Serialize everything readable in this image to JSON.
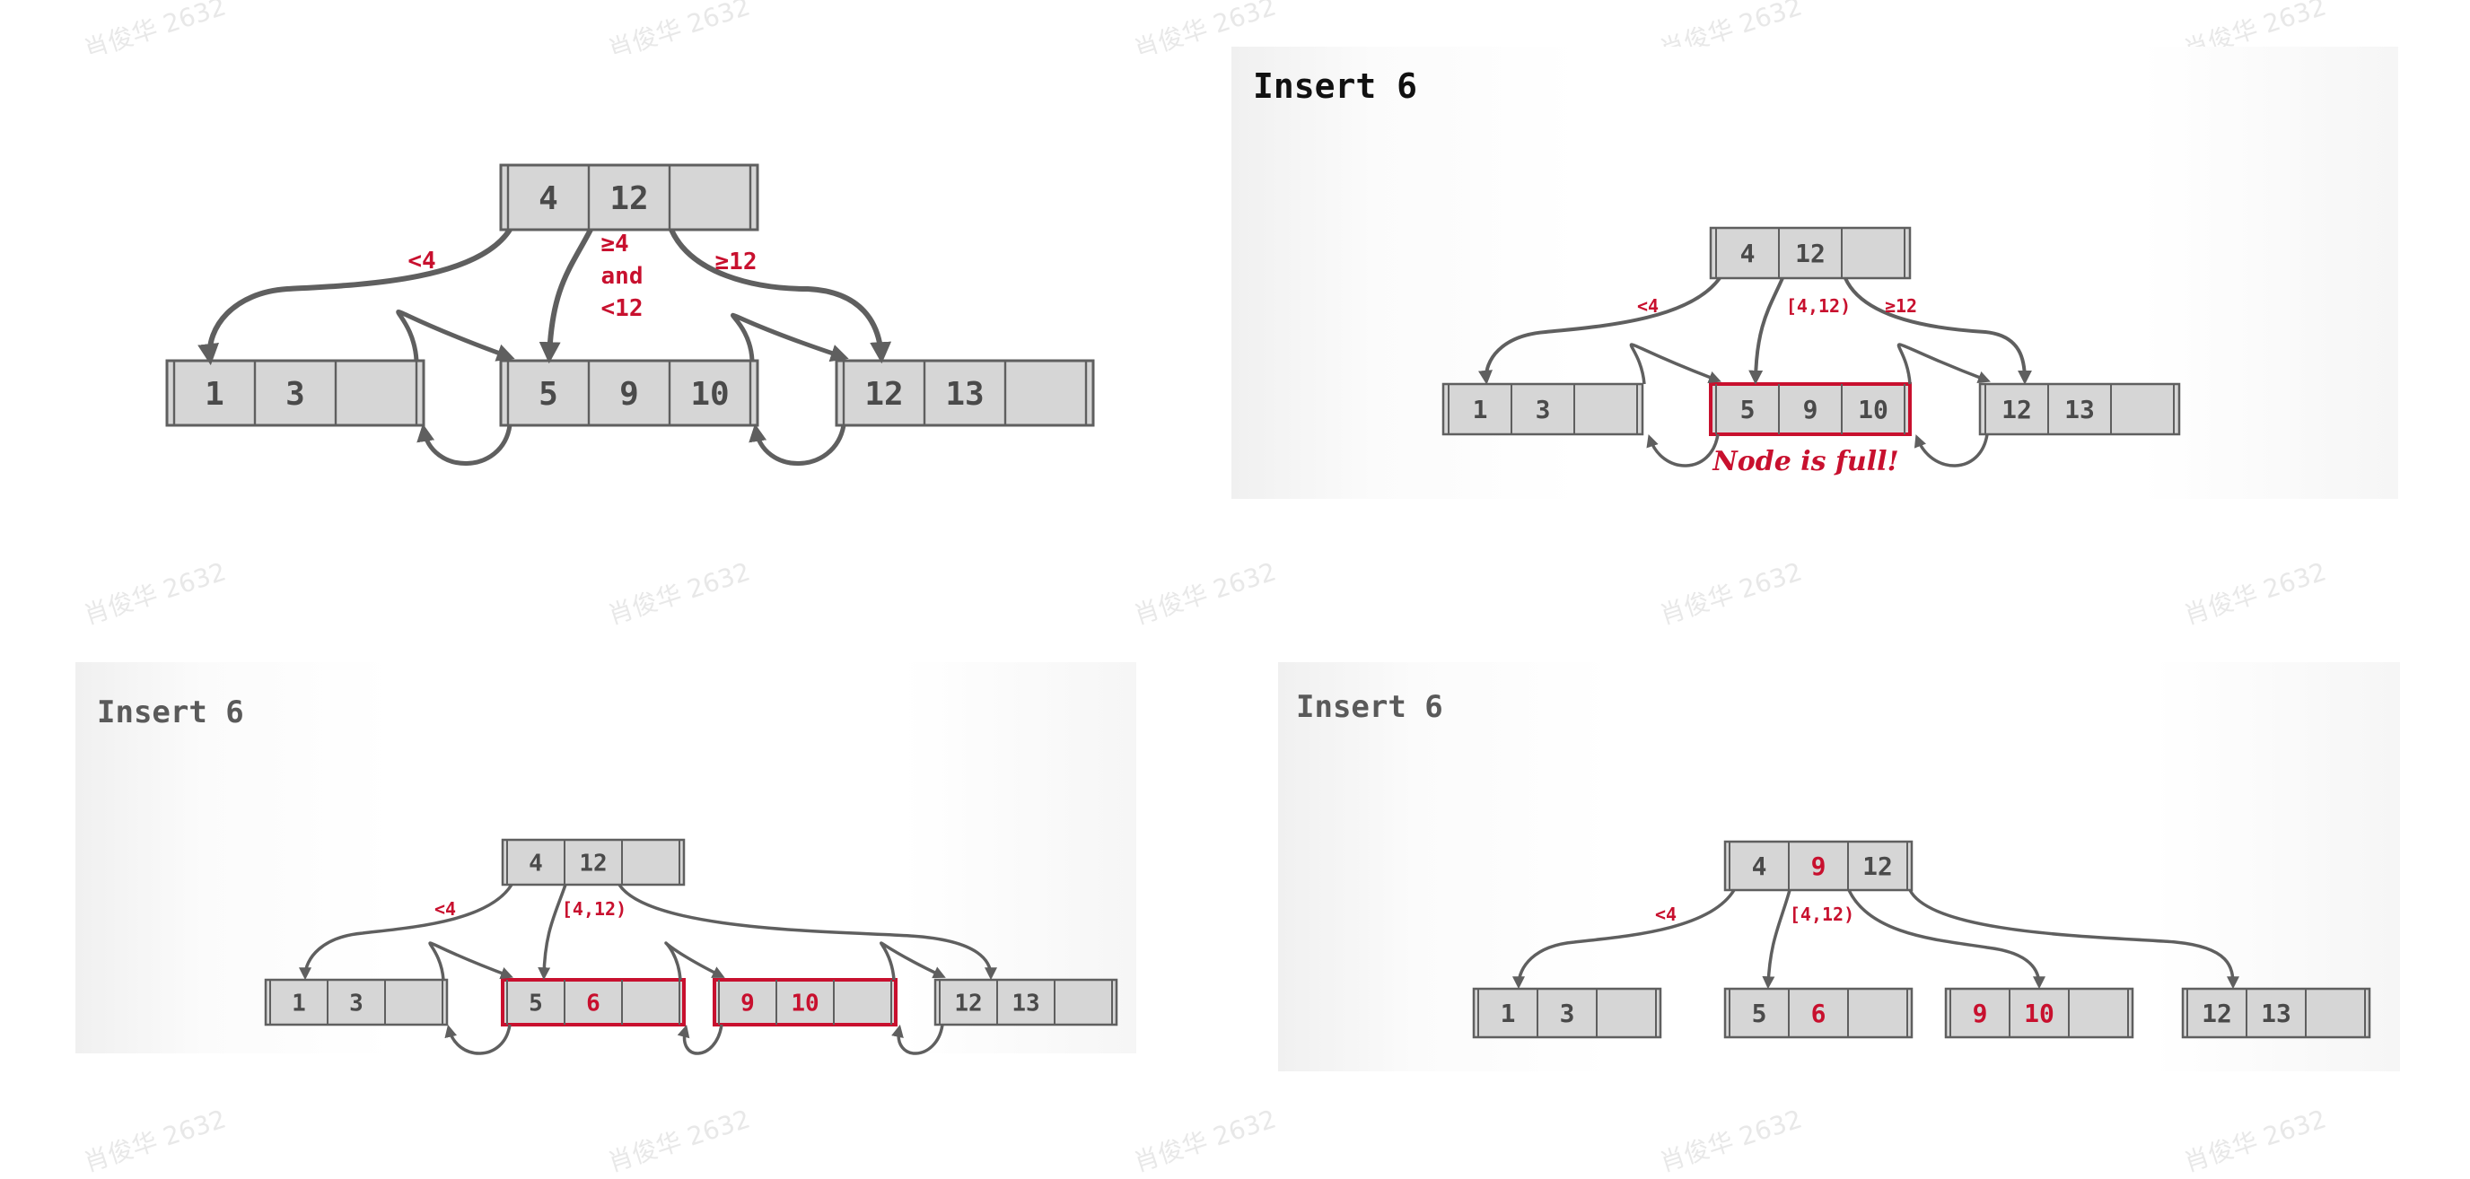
{
  "colors": {
    "node_fill": "#d6d6d6",
    "node_stroke": "#5f5f5f",
    "text": "#4a4a4a",
    "highlight": "#c8102e",
    "arrow": "#5f5f5f"
  },
  "watermark": "肖俊华 2632",
  "panels": [
    {
      "id": "p1",
      "title": "",
      "root": [
        "4",
        "12",
        ""
      ],
      "leaves": [
        [
          "1",
          "3",
          ""
        ],
        [
          "5",
          "9",
          "10"
        ],
        [
          "12",
          "13",
          ""
        ]
      ],
      "labels": {
        "left": "<4",
        "mid1": "≥4",
        "mid2": "and",
        "mid3": "<12",
        "right": "≥12"
      }
    },
    {
      "id": "p2",
      "title": "Insert 6",
      "root": [
        "4",
        "12",
        ""
      ],
      "leaves": [
        [
          "1",
          "3",
          ""
        ],
        [
          "5",
          "9",
          "10"
        ],
        [
          "12",
          "13",
          ""
        ]
      ],
      "labels": {
        "left": "<4",
        "mid": "[4,12)",
        "right": "≥12"
      },
      "note": "Node is full!"
    },
    {
      "id": "p3",
      "title": "Insert 6",
      "root": [
        "4",
        "12",
        ""
      ],
      "leaves": [
        [
          "1",
          "3",
          ""
        ],
        [
          "5",
          "6",
          ""
        ],
        [
          "9",
          "10",
          ""
        ],
        [
          "12",
          "13",
          ""
        ]
      ],
      "labels": {
        "left": "<4",
        "mid": "[4,12)"
      }
    },
    {
      "id": "p4",
      "title": "Insert 6",
      "root": [
        "4",
        "9",
        "12"
      ],
      "leaves": [
        [
          "1",
          "3",
          ""
        ],
        [
          "5",
          "6",
          ""
        ],
        [
          "9",
          "10",
          ""
        ],
        [
          "12",
          "13",
          ""
        ]
      ],
      "labels": {
        "left": "<4",
        "mid": "[4,12)"
      }
    }
  ]
}
